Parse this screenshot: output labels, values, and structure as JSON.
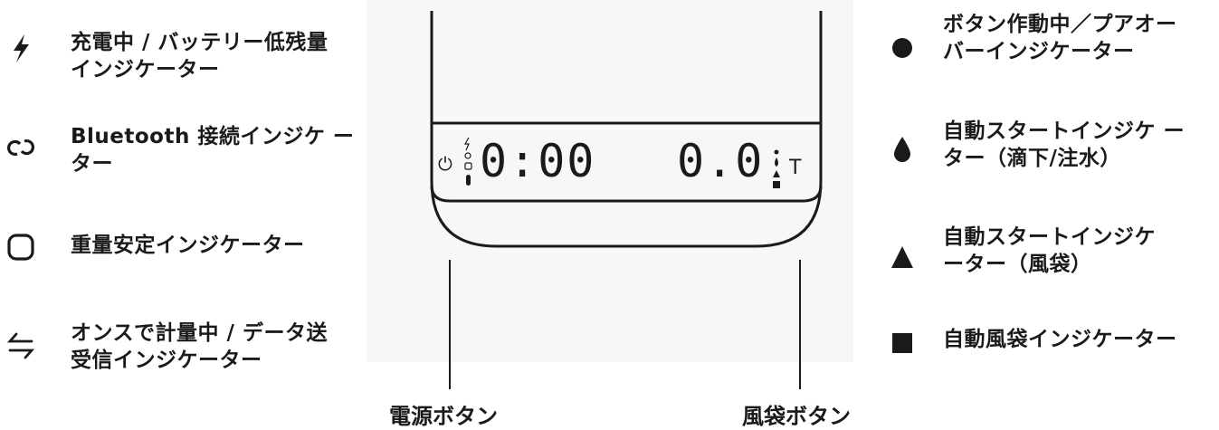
{
  "left_legend": [
    {
      "icon": "lightning-icon",
      "label": "充電中 / バッテリー低残量\nインジケーター"
    },
    {
      "icon": "bluetooth-link-icon",
      "label": "Bluetooth 接続インジケ ー\nター"
    },
    {
      "icon": "rounded-square-icon",
      "label": "重量安定インジケーター"
    },
    {
      "icon": "swap-arrows-icon",
      "label": "オンスで計量中 / データ送\n受信インジケーター"
    }
  ],
  "right_legend": [
    {
      "icon": "dot-icon",
      "label": "ボタン作動中／プアオー\nバーインジケーター"
    },
    {
      "icon": "droplet-icon",
      "label": "自動スタートインジケ ー\nター（滴下/注水）"
    },
    {
      "icon": "triangle-icon",
      "label": "自動スタートインジケ\nーター（風袋）"
    },
    {
      "icon": "square-icon",
      "label": "自動風袋インジケーター"
    }
  ],
  "display": {
    "timer": "0:00",
    "weight": "0.0",
    "power_symbol": "⏻",
    "tare_symbol": "T"
  },
  "buttons": {
    "power": "電源ボタン",
    "tare": "風袋ボタン"
  },
  "colors": {
    "ink": "#1a1a1a",
    "backdrop": "#f7f7f7"
  }
}
